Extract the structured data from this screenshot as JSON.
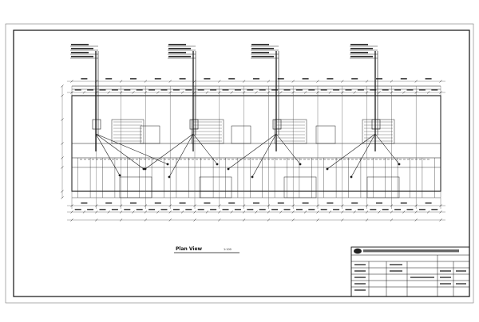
{
  "drawing": {
    "plan_title": "Plan View",
    "plan_scale": "1:100",
    "riser_count": 4,
    "axis_count": 15
  },
  "title_block": {
    "company": "",
    "project_label": "",
    "sheet_label": ""
  },
  "colors": {
    "line": "#1a1a1a",
    "fine_line": "#555555",
    "paper": "#ffffff"
  }
}
